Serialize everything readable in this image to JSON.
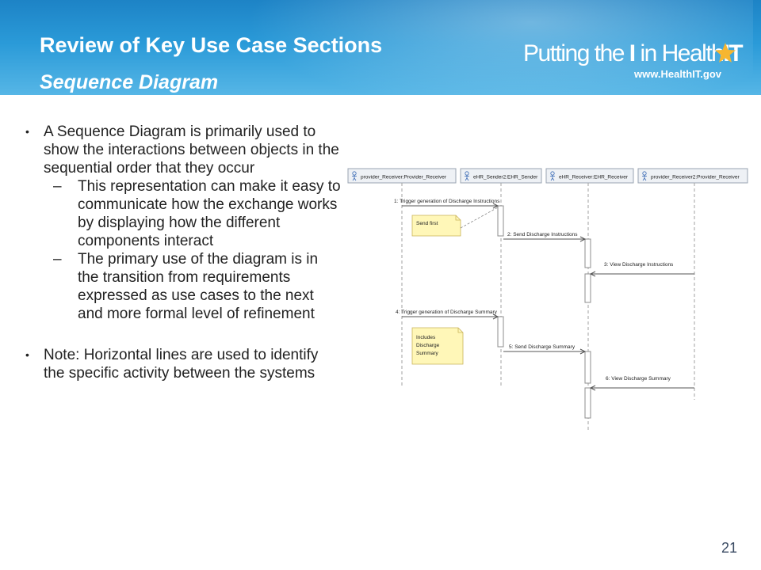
{
  "header": {
    "title": "Review of Key Use Case Sections",
    "subtitle": "Sequence Diagram",
    "logo_text_pre": "Putting the ",
    "logo_text_i": "I",
    "logo_text_in": " in Health",
    "logo_text_it": "IT",
    "logo_url": "www.HealthIT.gov",
    "colors": {
      "header_top": "#1d83c6",
      "header_bottom": "#56b6e6",
      "star": "#f6b630"
    }
  },
  "content": {
    "bullets": [
      {
        "text": "A Sequence Diagram is primarily used to show the interactions between objects in the sequential order that they occur",
        "subitems": [
          "This representation can make it easy to communicate how the exchange works by displaying how the different components interact",
          "The primary use of the diagram is in the transition from requirements expressed as use cases to the next and more formal level of refinement"
        ]
      },
      {
        "text": "Note: Horizontal lines are used to identify the specific activity between the systems",
        "subitems": []
      }
    ]
  },
  "diagram": {
    "lifelines": [
      "provider_Receiver:Provider_Receiver",
      "eHR_Sender2:EHR_Sender",
      "eHR_Receiver:EHR_Receiver",
      "provider_Receiver2:Provider_Receiver"
    ],
    "messages": [
      "1: Trigger generation of Discharge Instructions",
      "2: Send Discharge Instructions",
      "3: View Discharge Instructions",
      "4: Trigger generation of Discharge Summary",
      "5: Send Discharge Summary",
      "6: View Discharge Summary"
    ],
    "notes": [
      "Send first",
      "Includes",
      "Discharge",
      "Summary"
    ]
  },
  "page_number": "21"
}
